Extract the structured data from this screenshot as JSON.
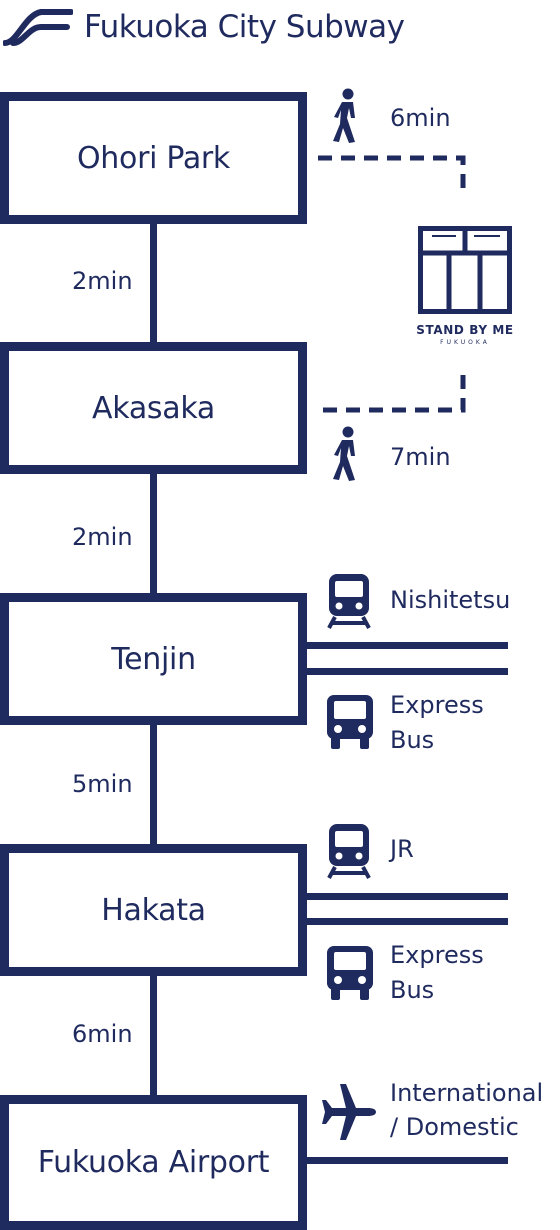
{
  "header": {
    "title": "Fukuoka City Subway",
    "logo_icon": "subway-logo-icon"
  },
  "stations": [
    {
      "name": "Ohori Park"
    },
    {
      "name": "Akasaka"
    },
    {
      "name": "Tenjin"
    },
    {
      "name": "Hakata"
    },
    {
      "name": "Fukuoka Airport"
    }
  ],
  "durations": [
    "2min",
    "2min",
    "5min",
    "6min"
  ],
  "walk": [
    {
      "icon": "walking-person-icon",
      "time": "6min"
    },
    {
      "icon": "walking-person-icon",
      "time": "7min"
    }
  ],
  "hotel": {
    "icon": "hotel-logo-icon",
    "name": "STAND BY ME",
    "sub": "FUKUOKA"
  },
  "connections": {
    "tenjin": [
      {
        "icon": "train-icon",
        "label": "Nishitetsu"
      },
      {
        "icon": "bus-icon",
        "label": [
          "Express",
          "Bus"
        ]
      }
    ],
    "hakata": [
      {
        "icon": "train-icon",
        "label": "JR"
      },
      {
        "icon": "bus-icon",
        "label": [
          "Express",
          "Bus"
        ]
      }
    ],
    "airport": [
      {
        "icon": "airplane-icon",
        "label": [
          "International",
          "/ Domestic"
        ]
      }
    ]
  },
  "colors": {
    "primary": "#1f2a5e",
    "background": "#ffffff"
  }
}
